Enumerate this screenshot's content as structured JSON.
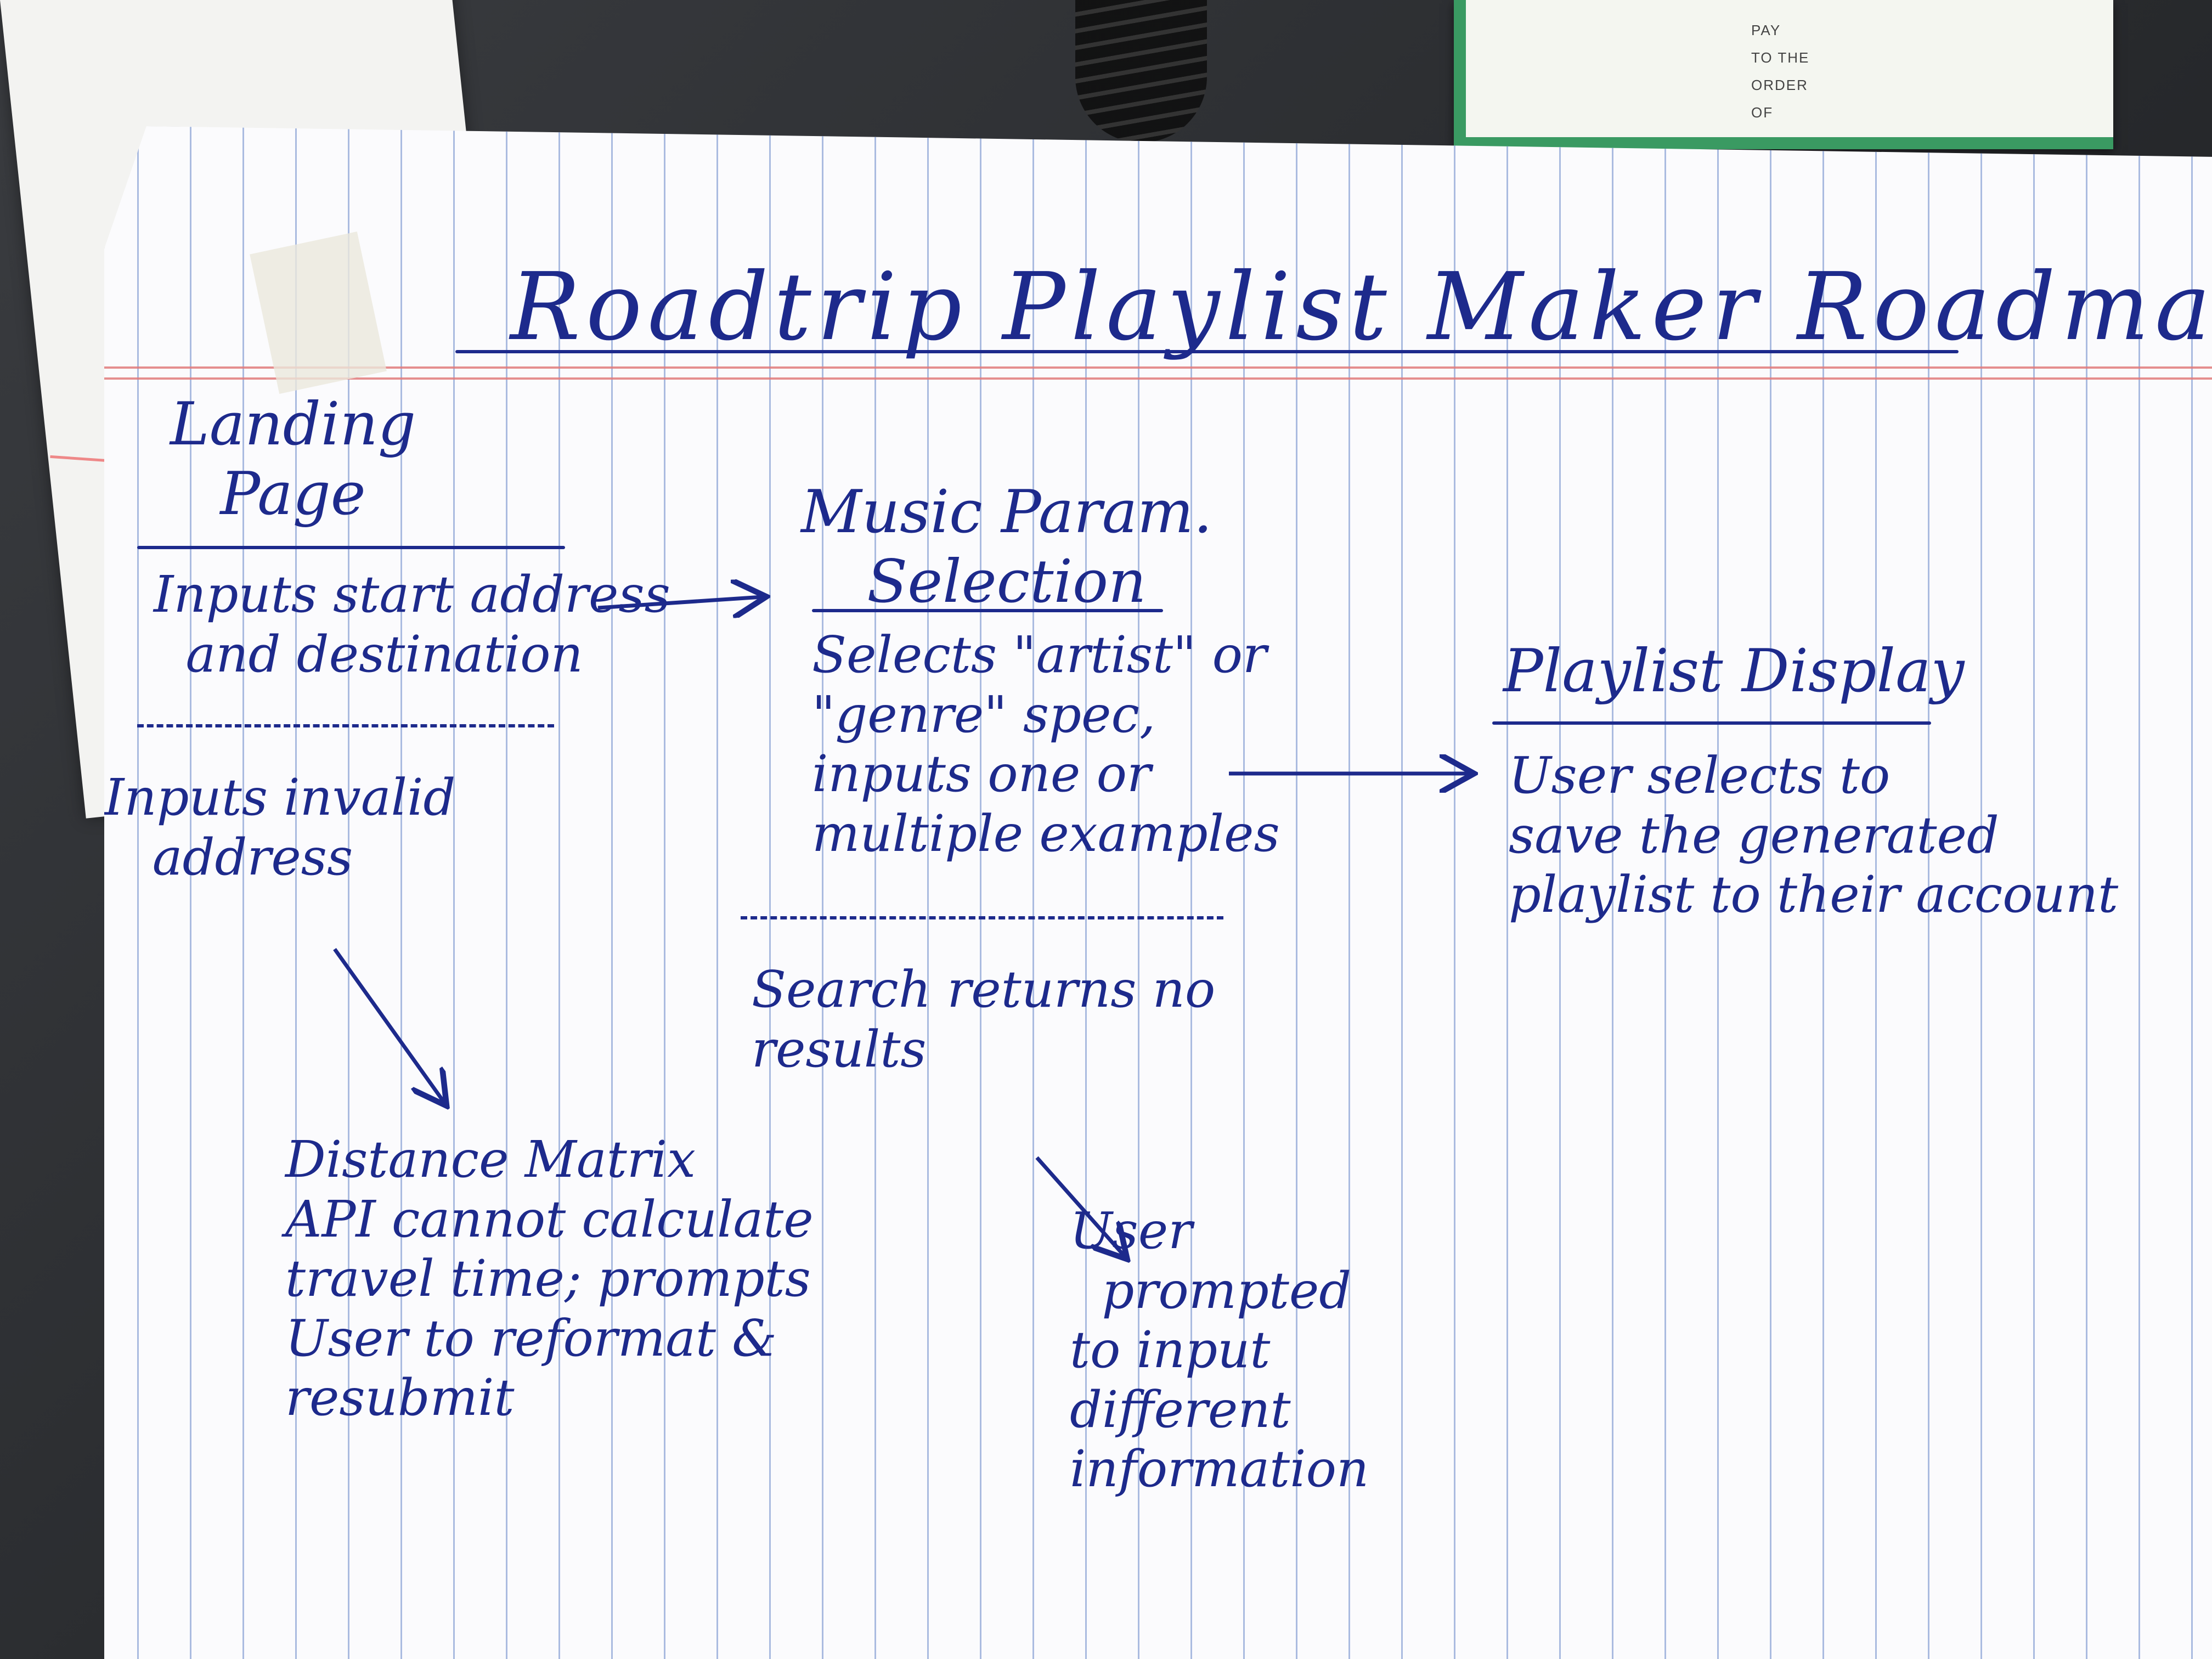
{
  "title": "Roadtrip Playlist Maker Roadmap",
  "columns": [
    {
      "heading": "Landing\nPage",
      "happy_path": "Inputs start address\n  and destination",
      "error_case": "Inputs invalid\n   address",
      "error_result": "Distance Matrix\nAPI cannot calculate\ntravel time; prompts\nUser to reformat &\nresubmit"
    },
    {
      "heading": "Music Param.\nSelection",
      "happy_path": "Selects \"artist\" or\n\"genre\" spec,\ninputs one or\nmultiple examples",
      "error_case": "Search returns no\nresults",
      "error_result": "User\n  prompted\nto input\ndifferent\ninformation"
    },
    {
      "heading": "Playlist Display",
      "happy_path": "User selects to\nsave the generated\nplaylist to their account"
    }
  ],
  "check_stub": {
    "line1": "PAY",
    "line2": "TO THE",
    "line3": "ORDER",
    "line4": "OF"
  }
}
